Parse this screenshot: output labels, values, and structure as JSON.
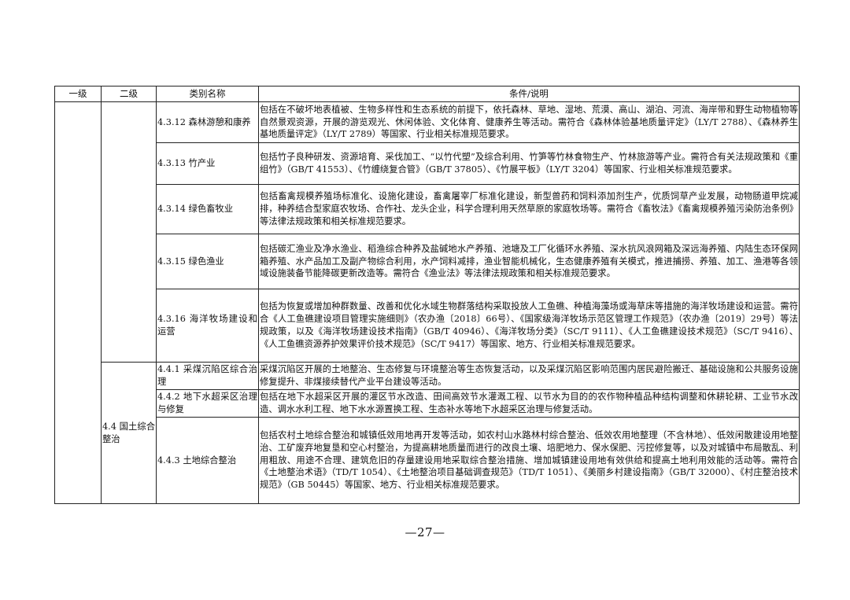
{
  "table": {
    "headers": [
      "一级",
      "二级",
      "类别名称",
      "条件/说明"
    ],
    "rows": [
      {
        "name": "4.3.12 森林游憩和康养",
        "desc": "包括在不破坏地表植被、生物多样性和生态系统的前提下，依托森林、草地、湿地、荒漠、高山、湖泊、河流、海岸带和野生动物植物等自然景观资源，开展的游览观光、休闲体验、文化体育、健康养生等活动。需符合《森林体验基地质量评定》（LY/T 2788）、《森林养生基地质量评定》（LY/T 2789）等国家、行业相关标准规范要求。"
      },
      {
        "name": "4.3.13 竹产业",
        "desc": "包括竹子良种研发、资源培育、采伐加工、“以竹代塑”及综合利用、竹笋等竹林食物生产、竹林旅游等产业。需符合有关法规政策和《重组竹》（GB/T 41553）、《竹缠绕复合管》（GB/T 37805）、《竹展平板》（LY/T 3204）等国家、行业相关标准规范要求。"
      },
      {
        "name": "4.3.14 绿色畜牧业",
        "desc": "包括畜禽规模养殖场标准化、设施化建设，畜禽屠宰厂标准化建设，新型兽药和饲料添加剂生产，优质饲草产业发展，动物肠道甲烷减排，种养结合型家庭农牧场、合作社、龙头企业，科学合理利用天然草原的家庭牧场等。需符合《畜牧法》《畜禽规模养殖污染防治条例》等法律法规政策和相关标准规范要求。"
      },
      {
        "name": "4.3.15 绿色渔业",
        "desc": "包括碳汇渔业及净水渔业、稻渔综合种养及盐碱地水产养殖、池塘及工厂化循环水养殖、深水抗风浪网箱及深远海养殖、内陆生态环保网箱养殖、水产品加工及副产物综合利用，水产饲料减排，渔业智能机械化，生态健康养殖有关模式，推进捕捞、养殖、加工、渔港等各领域设施装备节能降碳更新改造等。需符合《渔业法》等法律法规政策和相关标准规范要求。"
      },
      {
        "name": "4.3.16 海洋牧场建设和运营",
        "desc": "包括为恢复或增加种群数量、改善和优化水域生物群落结构采取投放人工鱼礁、种植海藻场或海草床等措施的海洋牧场建设和运营。需符合《人工鱼礁建设项目管理实施细则》（农办渔〔2018〕66号）、《国家级海洋牧场示范区管理工作规范》（农办渔〔2019〕29号）等法规政策，以及《海洋牧场建设技术指南》（GB/T 40946）、《海洋牧场分类》（SC/T 9111）、《人工鱼礁建设技术规范》（SC/T 9416）、《人工鱼礁资源养护效果评价技术规范》（SC/T 9417）等国家、地方、行业相关标准规范要求。"
      }
    ],
    "group": {
      "level2": "4.4 国土综合整治",
      "rows": [
        {
          "name": "4.4.1 采煤沉陷区综合治理",
          "desc": "采煤沉陷区开展的土地整治、生态修复与环境整治等生态恢复活动，以及采煤沉陷区影响范围内居民避险搬迁、基础设施和公共服务设施修复提升、非煤接续替代产业平台建设等活动。"
        },
        {
          "name": "4.4.2 地下水超采区治理与修复",
          "desc": "包括在地下水超采区开展的灌区节水改造、田间高效节水灌溉工程、以节水为目的的农作物种植品种结构调整和休耕轮耕、工业节水改造、调水水利工程、地下水水源置换工程、生态补水等地下水超采区治理与修复活动。"
        },
        {
          "name": "4.4.3 土地综合整治",
          "desc": "包括农村土地综合整治和城镇低效用地再开发等活动，如农村山水路林村综合整治、低效农用地整理（不含林地）、低效闲散建设用地整治、工矿废弃地复垦和空心村整治，为提高耕地质量而进行的改良土壤、培肥地力、保水保肥、污控修复等，以及对城镇中布局散乱、利用粗放、用途不合理、建筑危旧的存量建设用地采取综合整治措施、增加城镇建设用地有效供给和提高土地利用效能的活动等。需符合《土地整治术语》（TD/T 1054）、《土地整治项目基础调查规范》（TD/T 1051）、《美丽乡村建设指南》（GB/T 32000）、《村庄整治技术规范》（GB 50445）等国家、地方、行业相关标准规范要求。"
        }
      ]
    }
  },
  "page_number": "—27—"
}
